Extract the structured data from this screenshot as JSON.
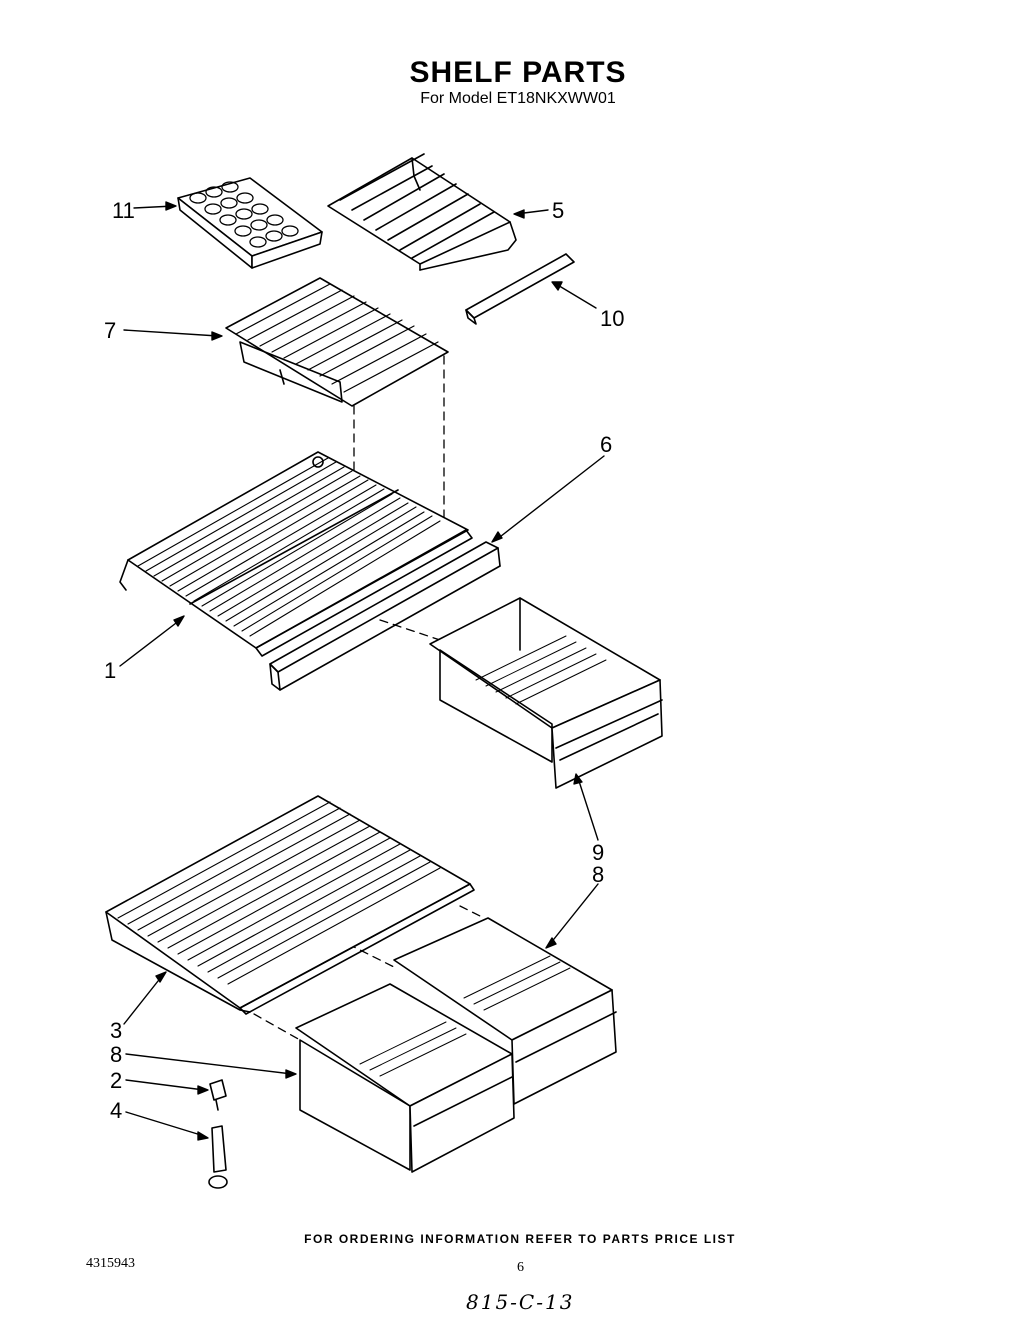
{
  "header": {
    "title": "SHELF PARTS",
    "subtitle": "For Model ET18NKXWW01"
  },
  "callouts": {
    "n1": "1",
    "n2": "2",
    "n3": "3",
    "n4": "4",
    "n5": "5",
    "n6": "6",
    "n7": "7",
    "n8a": "8",
    "n8b": "8",
    "n9": "9",
    "n10": "10",
    "n11": "11"
  },
  "footer": {
    "ordering_note": "FOR ORDERING INFORMATION REFER TO PARTS PRICE LIST",
    "document_number": "4315943",
    "page_number": "6",
    "handwritten_note": "815-C-13"
  }
}
